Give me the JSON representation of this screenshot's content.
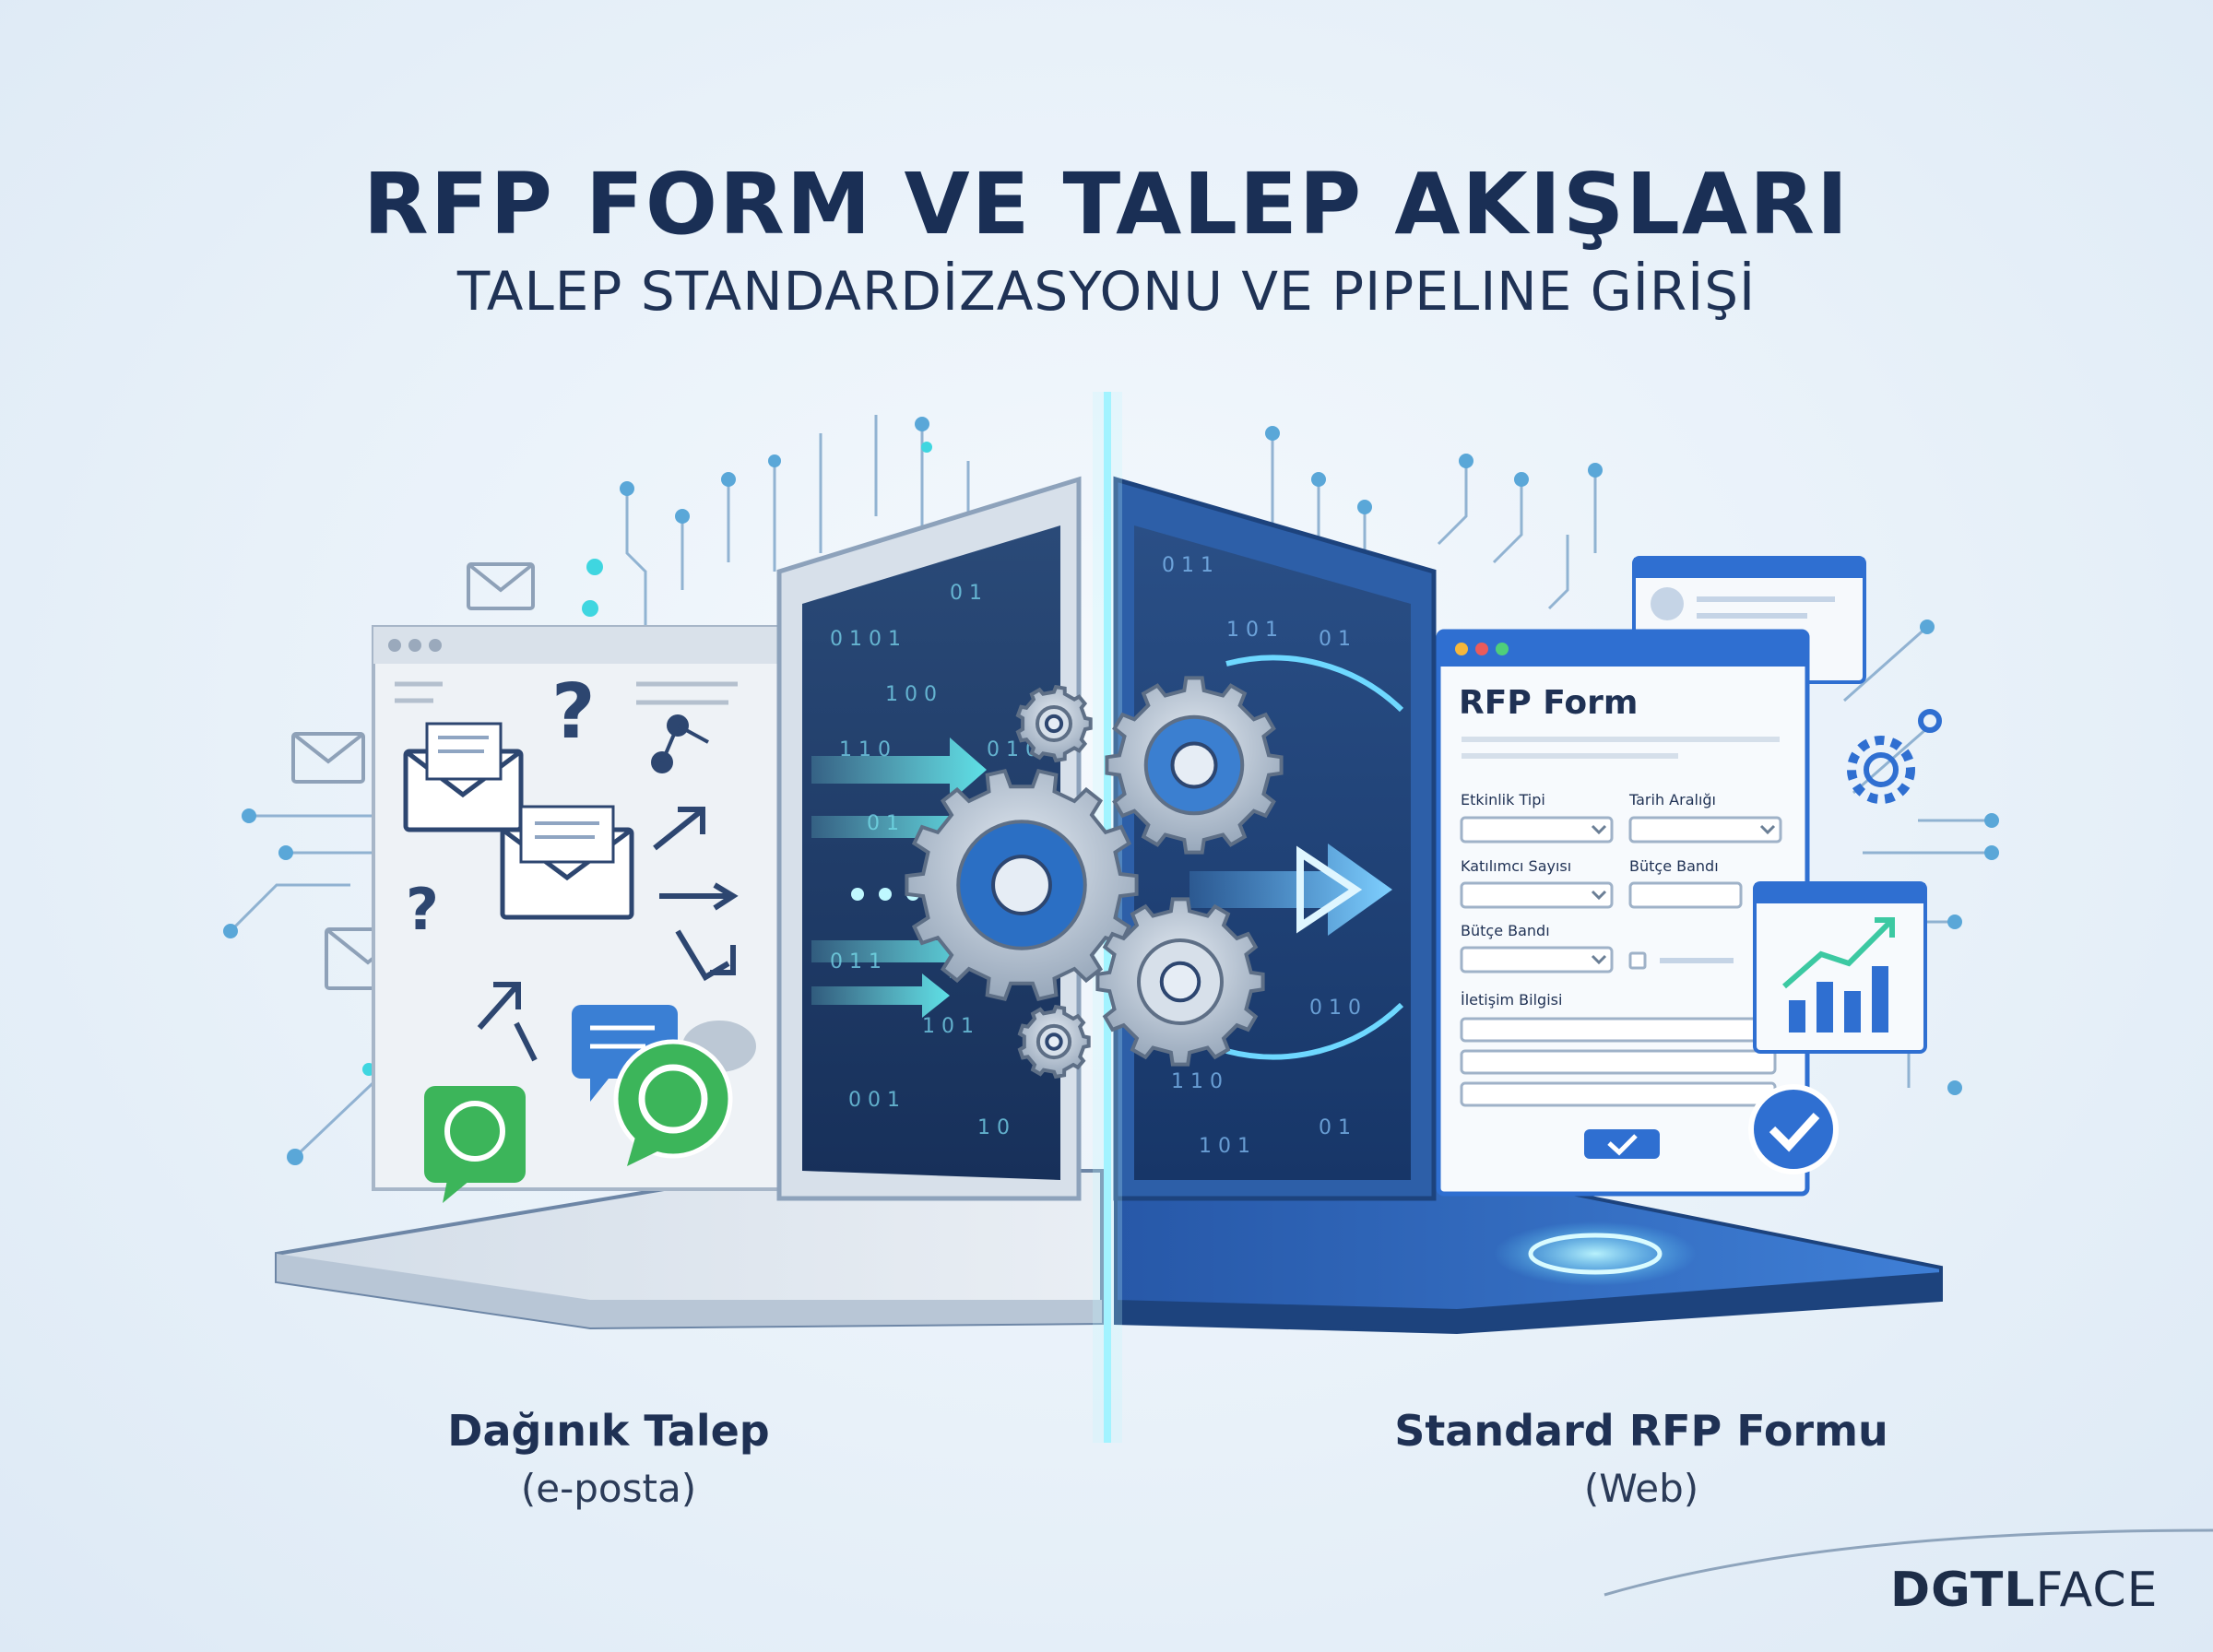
{
  "header": {
    "title": "RFP FORM VE TALEP AKIŞLARI",
    "subtitle": "TALEP STANDARDİZASYONU VE PIPELINE GİRİŞİ"
  },
  "left_panel": {
    "caption_main": "Dağınık Talep",
    "caption_sub": "(e-posta)"
  },
  "right_panel": {
    "caption_main": "Standard RFP Formu",
    "caption_sub": "(Web)",
    "form": {
      "title": "RFP Form",
      "fields": {
        "event_type": "Etkinlik Tipi",
        "date_range": "Tarih Aralığı",
        "participants": "Katılımcı Sayısı",
        "budget_band_1": "Bütçe Bandı",
        "budget_band_2": "Bütçe Bandı",
        "contact_info": "İletişim Bilgisi"
      }
    }
  },
  "brand": {
    "logo_bold": "DGTL",
    "logo_light": "FACE"
  },
  "colors": {
    "navy": "#1a2f55",
    "accent_blue": "#2f6fd1",
    "cyan": "#3fd6e0",
    "whatsapp_green": "#3cb55a"
  }
}
